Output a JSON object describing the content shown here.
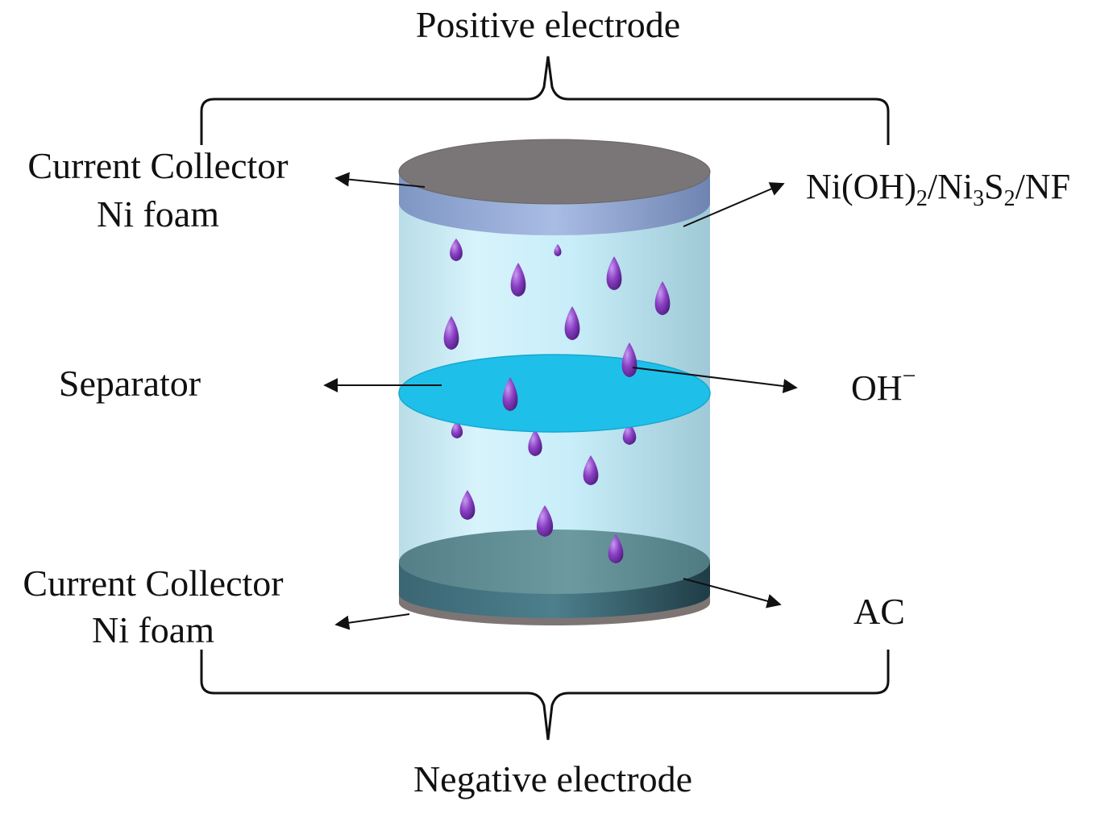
{
  "labels": {
    "positive_electrode": "Positive electrode",
    "negative_electrode": "Negative electrode",
    "top_collector_line1": "Current Collector",
    "top_collector_line2": "Ni foam",
    "bottom_collector_line1": "Current Collector",
    "bottom_collector_line2": "Ni foam",
    "separator": "Separator",
    "positive_material": {
      "p1": "Ni(OH)",
      "s1": "2",
      "p2": "/Ni",
      "s2": "3",
      "p3": "S",
      "s3": "2",
      "p4": "/NF"
    },
    "ion": {
      "base": "OH",
      "sup": "−"
    },
    "negative_material": "AC"
  },
  "colors": {
    "positive_plate_top": "#7a7576",
    "positive_plate_band": "#9aaed8",
    "electrolyte": "#cdeef8",
    "separator": "#1ec0ea",
    "negative_plate_top": "#5f8f96",
    "negative_plate_band": "#2f5561",
    "negative_plate_rim": "#7d7573",
    "ion": "#8e44c8",
    "text": "#111111"
  },
  "icons": {
    "ion_marker": "teardrop-ion-icon",
    "pointer": "arrow-icon",
    "grouping": "curly-brace-icon"
  }
}
